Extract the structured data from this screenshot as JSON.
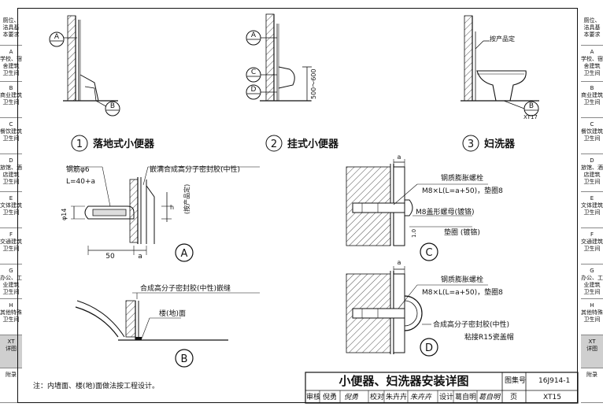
{
  "left_tabs": [
    {
      "id": "a0",
      "lines": [
        "厕位、",
        "洁具基",
        "本要求"
      ]
    },
    {
      "id": "a1",
      "lines": [
        "A",
        "学校、宿",
        "舍建筑",
        "卫生间"
      ]
    },
    {
      "id": "a2",
      "lines": [
        "B",
        "商业建筑",
        "卫生间"
      ]
    },
    {
      "id": "a3",
      "lines": [
        "C",
        "餐饮建筑",
        "卫生间"
      ]
    },
    {
      "id": "a4",
      "lines": [
        "D",
        "旅馆、酒",
        "店建筑",
        "卫生间"
      ]
    },
    {
      "id": "a5",
      "lines": [
        "E",
        "文体建筑",
        "卫生间"
      ]
    },
    {
      "id": "a6",
      "lines": [
        "F",
        "交通建筑",
        "卫生间"
      ]
    },
    {
      "id": "a7",
      "lines": [
        "G",
        "办公、工",
        "业建筑",
        "卫生间"
      ]
    },
    {
      "id": "a8",
      "lines": [
        "H",
        "其他特殊",
        "卫生间"
      ]
    },
    {
      "id": "a9",
      "lines": [
        "XT",
        "详图"
      ]
    },
    {
      "id": "a10",
      "lines": [
        "附录"
      ]
    }
  ],
  "figures": {
    "fig1": {
      "num": "1",
      "title": "落地式小便器"
    },
    "fig2": {
      "num": "2",
      "title": "挂式小便器"
    },
    "fig3": {
      "num": "3",
      "title": "妇洗器"
    }
  },
  "markers": {
    "A": "A",
    "B": "B",
    "C": "C",
    "D": "D"
  },
  "labels": {
    "dim_500_600": "500～600",
    "by_product": "按产品定",
    "xt17": "XT17",
    "rebar": "钢筋φ6",
    "l_len": "L=40+a",
    "seal_fill": "嵌满合成高分子密封胶(中性)",
    "phi14": "φ14",
    "h": "h",
    "h_note": "(按产品定)",
    "dim_50": "50",
    "dim_a": "a",
    "steel_bolt": "钢质膨胀螺栓",
    "bolt_spec": "M8×L(L=a+50)，垫圈8",
    "cap_nut": "M8盖形螺母(镀铬)",
    "washer": "垫圈 (镀铬)",
    "gap": "1.0",
    "seal_joint": "合成高分子密封胶(中性)嵌缝",
    "floor": "楼(地)面",
    "seal_neutral": "合成高分子密封胶(中性)",
    "r15": "粘接R15瓷盖帽"
  },
  "note": "注：内墙面、楼(地)面做法按工程设计。",
  "title_block": {
    "title": "小便器、妇洗器安装详图",
    "atlas_label": "图集号",
    "atlas_no": "16J914-1",
    "review_label": "审核",
    "reviewer": "倪勇",
    "reviewer_sig": "倪勇",
    "check_label": "校对",
    "checker": "朱卉卉",
    "checker_sig": "朱卉卉",
    "design_label": "设计",
    "designer": "葛自明",
    "designer_sig": "葛自明",
    "page_label": "页",
    "page_no": "XT15"
  }
}
